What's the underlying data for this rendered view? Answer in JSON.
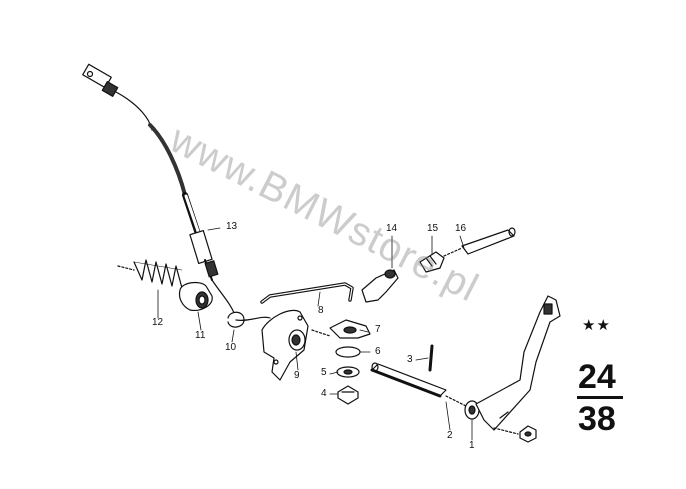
{
  "watermark": "www.BMWstore.pl",
  "group": {
    "stars": "★★",
    "main": "24",
    "sub": "38"
  },
  "parts": [
    {
      "no": "1"
    },
    {
      "no": "2"
    },
    {
      "no": "3"
    },
    {
      "no": "4"
    },
    {
      "no": "5"
    },
    {
      "no": "6"
    },
    {
      "no": "7"
    },
    {
      "no": "8"
    },
    {
      "no": "9"
    },
    {
      "no": "10"
    },
    {
      "no": "11"
    },
    {
      "no": "12"
    },
    {
      "no": "13"
    },
    {
      "no": "14"
    },
    {
      "no": "15"
    },
    {
      "no": "16"
    }
  ]
}
